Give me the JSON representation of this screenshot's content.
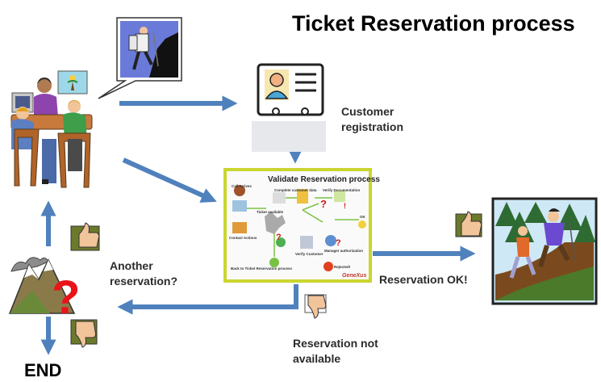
{
  "title": "Ticket Reservation process",
  "labels": {
    "customer_registration_1": "Customer",
    "customer_registration_2": "registration",
    "another_reservation_1": "Another",
    "another_reservation_2": "reservation?",
    "reservation_ok": "Reservation OK!",
    "not_available_1": "Reservation not",
    "not_available_2": "available",
    "end": "END"
  },
  "process_image": {
    "title": "Validate Reservation process",
    "steps": [
      "Call Arrives",
      "Complete customer data",
      "Verify Documentation",
      "Ticket available",
      "Contact Actions",
      "Verify Customer",
      "Manager authorization",
      "OK",
      "Back to Ticket Reservation process",
      "Rejected!"
    ],
    "brand": "GeneXus"
  },
  "colors": {
    "arrow": "#4f81bd",
    "question_mark": "#e8141a",
    "process_border": "#c9d630"
  },
  "icons": [
    "office-meeting-illustration",
    "hiker-thought-bubble",
    "id-card-icon",
    "thumbs-up-icon",
    "thumbs-down-icon",
    "mountain-question-icon",
    "hikers-forest-illustration"
  ]
}
